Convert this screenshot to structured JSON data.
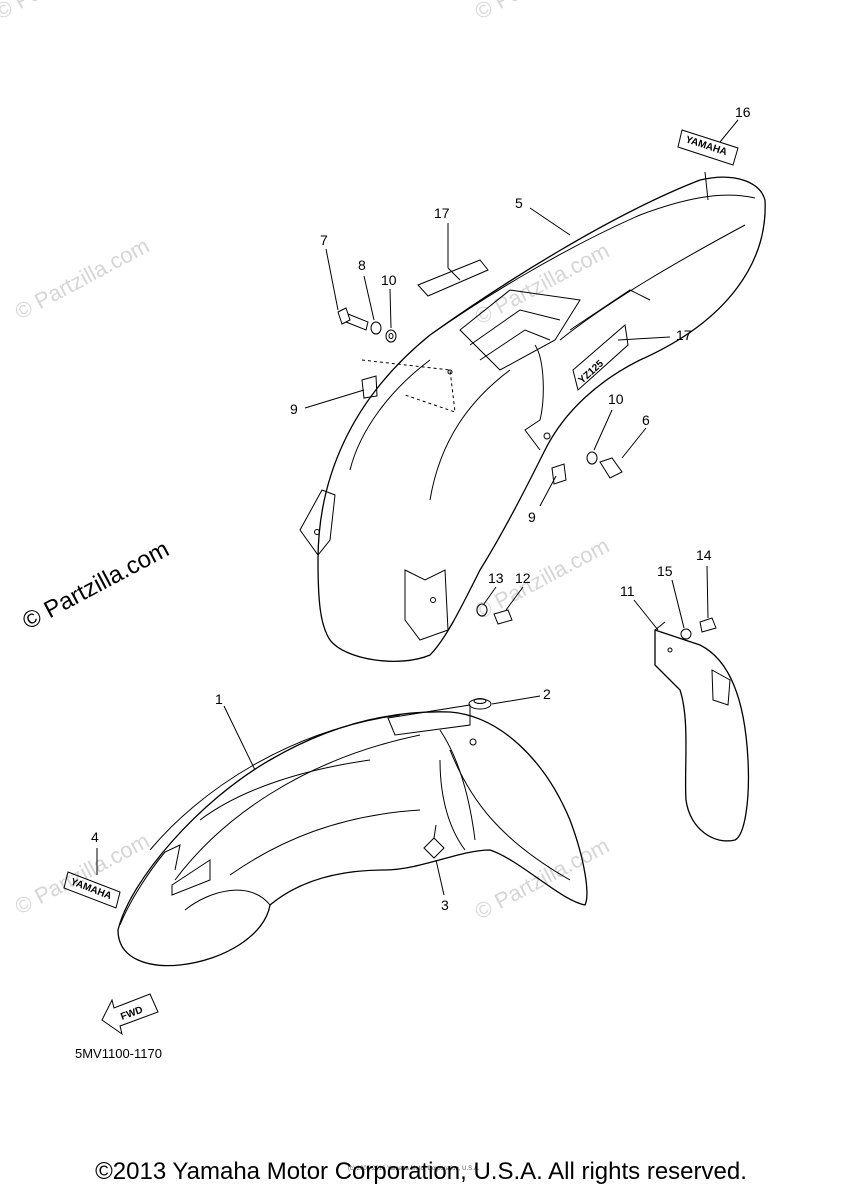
{
  "watermark": "© Partzilla.com",
  "diagram_code": "5MV1100-1170",
  "fine_print": "(c) 2005-2016 Yamaha Motor Corporation, U.S.A.",
  "copyright": "©2013 Yamaha Motor Corporation, U.S.A. All rights reserved.",
  "decals": {
    "front_fender": "YAMAHA",
    "rear_fender_side": "YZ125",
    "rear_fender_top": "YAMAHA"
  },
  "fwd_arrow": "FWD",
  "callouts": [
    "1",
    "2",
    "3",
    "4",
    "5",
    "6",
    "7",
    "8",
    "9",
    "9",
    "10",
    "10",
    "11",
    "12",
    "13",
    "14",
    "15",
    "16",
    "17",
    "17"
  ]
}
